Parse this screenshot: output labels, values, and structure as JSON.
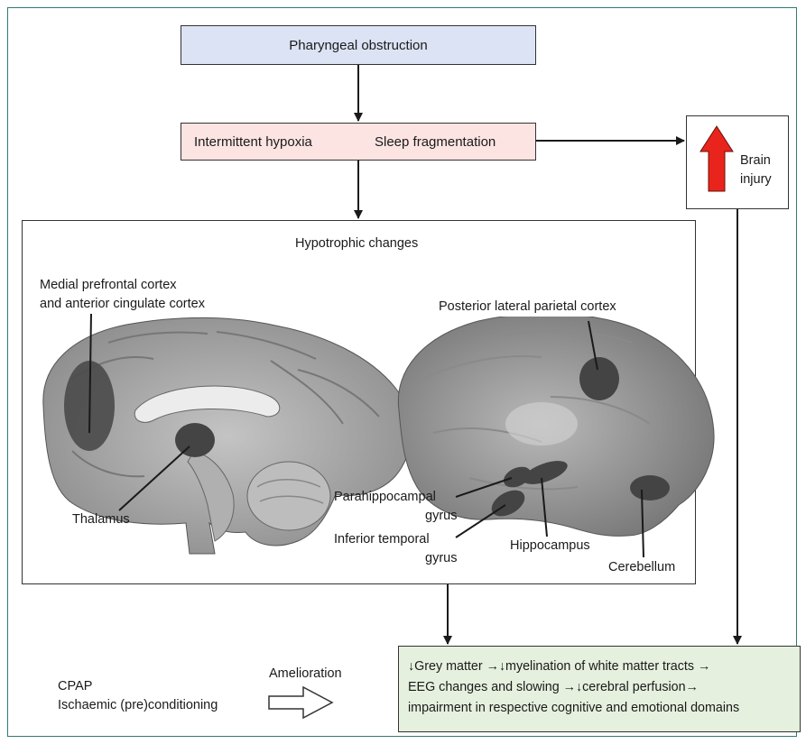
{
  "top_box": {
    "label": "Pharyngeal obstruction"
  },
  "middle_box": {
    "left_label": "Intermittent hypoxia",
    "right_label": "Sleep fragmentation"
  },
  "brain_injury": {
    "line1": "Brain",
    "line2": "injury"
  },
  "panel": {
    "title": "Hypotrophic changes",
    "labels": {
      "medial_prefrontal_1": "Medial prefrontal cortex",
      "medial_prefrontal_2": "and anterior cingulate cortex",
      "thalamus": "Thalamus",
      "posterior_parietal": "Posterior lateral parietal cortex",
      "parahippocampal_1": "Parahippocampal",
      "parahippocampal_2": "gyrus",
      "inferior_temporal_1": "Inferior temporal",
      "inferior_temporal_2": "gyrus",
      "hippocampus": "Hippocampus",
      "cerebellum": "Cerebellum"
    }
  },
  "treatment": {
    "line1": "CPAP",
    "line2": "Ischaemic (pre)conditioning",
    "arrow_label": "Amelioration"
  },
  "outcome": {
    "line1": "↓Grey matter →↓myelination of white matter tracts →",
    "line2": "EEG changes and slowing →↓cerebral perfusion→",
    "line3": "impairment in respective cognitive and emotional domains"
  },
  "colors": {
    "top_box": "#dce3f4",
    "middle_box": "#fbe4e2",
    "outcome_box": "#e6f0de",
    "frame": "#2e7d6e",
    "up_arrow": "#e8241c"
  }
}
